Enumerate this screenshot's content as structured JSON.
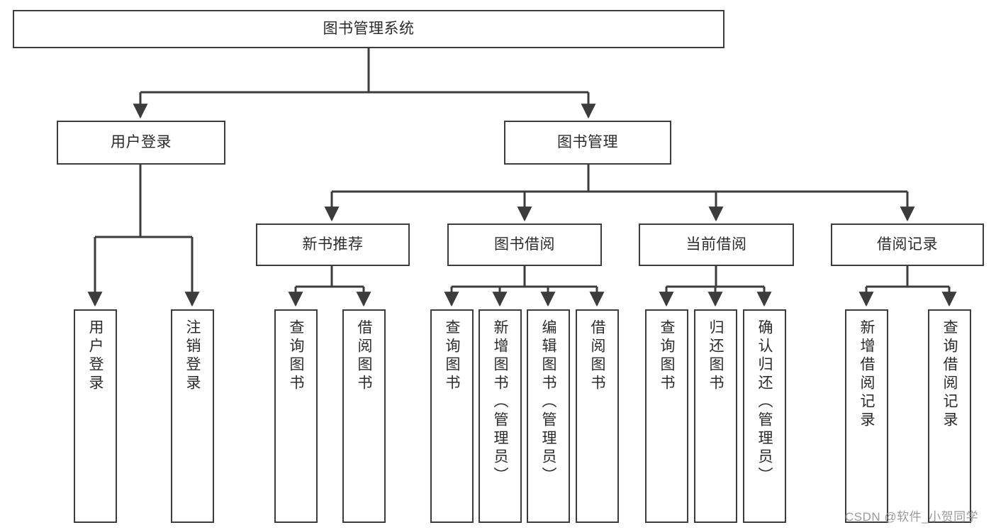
{
  "diagram": {
    "title": "图书管理系统",
    "type": "tree-hierarchy",
    "root": {
      "label": "图书管理系统"
    },
    "level2": [
      {
        "label": "用户登录"
      },
      {
        "label": "图书管理"
      }
    ],
    "level3": [
      {
        "label": "新书推荐"
      },
      {
        "label": "图书借阅"
      },
      {
        "label": "当前借阅"
      },
      {
        "label": "借阅记录"
      }
    ],
    "leaves": {
      "user_login": [
        {
          "label": "用户登录"
        },
        {
          "label": "注销登录"
        }
      ],
      "new_book_recommend": [
        {
          "label": "查询图书"
        },
        {
          "label": "借阅图书"
        }
      ],
      "book_borrow": [
        {
          "label": "查询图书"
        },
        {
          "label": "新增图书（管理员）"
        },
        {
          "label": "编辑图书（管理员）"
        },
        {
          "label": "借阅图书"
        }
      ],
      "current_borrow": [
        {
          "label": "查询图书"
        },
        {
          "label": "归还图书"
        },
        {
          "label": "确认归还（管理员）"
        }
      ],
      "borrow_record": [
        {
          "label": "新增借阅记录"
        },
        {
          "label": "查询借阅记录"
        }
      ]
    }
  },
  "watermark": {
    "text": "CSDN @软件_小贺同学",
    "color": "#9a9a9a"
  },
  "colors": {
    "line": "#3c3c3c",
    "box_border": "#3c3c3c",
    "box_fill": "#ffffff",
    "text": "#2b2b2b",
    "background": "#ffffff"
  }
}
